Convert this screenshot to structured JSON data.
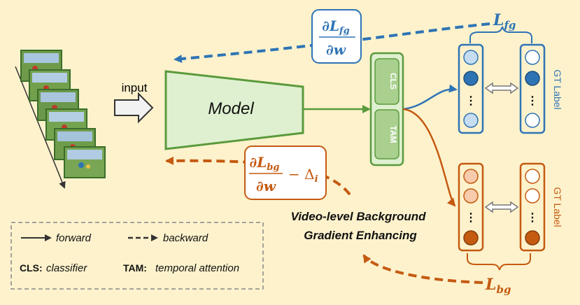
{
  "labels": {
    "input": "input",
    "model": "Model",
    "cls": "CLS",
    "tam": "TAM",
    "gt_label_top": "GT Label",
    "gt_label_bottom": "GT Label",
    "vbge_line1": "Video-level Background",
    "vbge_line2": "Gradient Enhancing",
    "ellipsis": "⋮"
  },
  "formulas": {
    "grad_fg_num": "∂L",
    "grad_fg_sub": "fg",
    "grad_fg_den": "∂w",
    "grad_bg_num": "∂L",
    "grad_bg_sub": "bg",
    "grad_bg_den": "∂w",
    "grad_bg_suffix": "− Δ",
    "grad_bg_suffix_sub": "i",
    "loss_fg": "L",
    "loss_fg_sub": "fg",
    "loss_bg": "L",
    "loss_bg_sub": "bg"
  },
  "legend": {
    "forward": "forward",
    "backward": "backward",
    "cls_key": "CLS:",
    "cls_value": "classifier",
    "tam_key": "TAM:",
    "tam_value": "temporal attention"
  },
  "colors": {
    "background": "#fdf2cc",
    "green_dark": "#5a9a3c",
    "green_fill": "#dff0d0",
    "blue": "#2e74b5",
    "blue_light": "#c6dcf0",
    "orange": "#c55a11",
    "orange_light": "#f8cbad"
  }
}
